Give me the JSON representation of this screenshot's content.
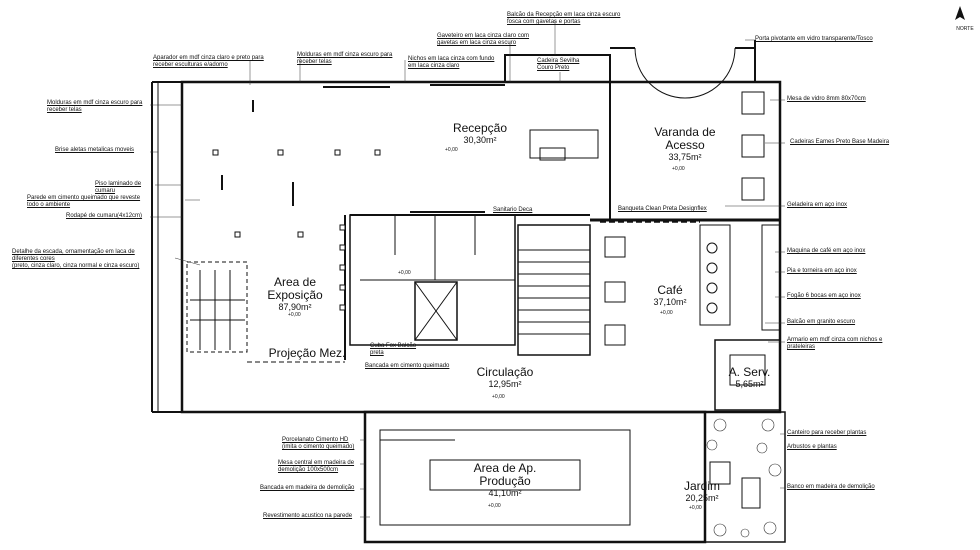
{
  "north_label": "NORTE",
  "rooms": {
    "recepcao": {
      "name": "Recepção",
      "area": "30,30m²"
    },
    "varanda": {
      "name": "Varanda de\nAcesso",
      "area": "33,75m²"
    },
    "exposicao": {
      "name": "Area de\nExposição",
      "area": "87,90m²"
    },
    "cafe": {
      "name": "Café",
      "area": "37,10m²"
    },
    "circulacao": {
      "name": "Circulação",
      "area": "12,95m²"
    },
    "aserv": {
      "name": "A. Serv.",
      "area": "5,65m²"
    },
    "producao": {
      "name": "Area de Ap.\nProdução",
      "area": "41,10m²"
    },
    "jardim": {
      "name": "Jardim",
      "area": "20,25m²"
    },
    "mezanino": {
      "name": "Projeção Mez."
    }
  },
  "notes": {
    "balcao_recepcao": "Balcão da Recepção em laca cinza escuro\nfosca com gavetas e portas",
    "gaveteiro": "Gaveteiro em laca cinza claro com\ngavetas em laca cinza escuro",
    "aparador": "Aparador em mdf cinza claro e preto para\nreceber esculturas e/adorno",
    "molduras_top": "Molduras em mdf cinza escuro para\nreceber telas",
    "nichos": "Nichos em laca cinza com fundo\nem laca cinza claro",
    "cadeira": "Cadeira Sevilha\nCouro Preto",
    "porta_pivotante": "Porta pivotante em vidro transparente/Tosco",
    "mesa_vidro": "Mesa de vidro 8mm 80x70cm",
    "cadeiras_eames": "Cadeiras Eames Preto Base Madeira",
    "molduras_left": "Molduras em mdf cinza escuro para\nreceber telas",
    "brise": "Brise aletas metalicas moveis",
    "piso": "Piso laminado de\ncumaru",
    "parede": "Parede em cimento queimado que reveste\ntodo o ambiente",
    "rodape": "Rodapé de cumaru(4x12cm)",
    "escada": "Detalhe da escada, ornamentação em laca de\ndiferentes cores\n(preto, cinza claro, cinza normal e cinza escuro)",
    "sanitario": "Sanitario Deca",
    "banqueta": "Banqueta Clean Preta Designflex",
    "geladeira": "Geladeira em aço inox",
    "maquina": "Maquina de café em aço inox",
    "pia": "Pia e torneira em aço inox",
    "fogao": "Fogão 6 bocas em aço inox",
    "balcao_granito": "Balcão em granito escuro",
    "armario": "Armario em mdf cinza com nichos e\nprateleiras",
    "cuba": "Cuba Fox Balcão\npreta",
    "bancada_cimento": "Bancada em cimento queimado",
    "porcelanato": "Porcelanato Cimento HD\n(imita o cimento queimado)",
    "mesa_central": "Mesa central em madeira de\ndemolição 100x500cm",
    "bancada_madeira": "Bancada em madeira de demolição",
    "revestimento": "Revestimento acustico na parede",
    "canteiro": "Canteiro para receber plantas",
    "arbustos": "Arbustos e plantas",
    "banco": "Banco em madeira de demolição"
  },
  "level_marks": [
    "+0,00",
    "+0,00",
    "+0,00",
    "+0,00",
    "+0,00",
    "+0,00",
    "+0,00",
    "+0,00"
  ]
}
